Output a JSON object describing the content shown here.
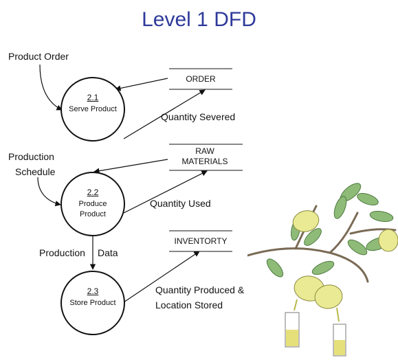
{
  "title": "Level 1 DFD",
  "processes": [
    {
      "number": "2.1",
      "name": "Serve Product"
    },
    {
      "number": "2.2",
      "name": "Produce Product"
    },
    {
      "number": "2.3",
      "name": "Store Product"
    }
  ],
  "stores": [
    {
      "name": "ORDER"
    },
    {
      "name": "RAW MATERIALS"
    },
    {
      "name": "INVENTORTY"
    }
  ],
  "flows": {
    "product_order": "Product Order",
    "quantity_severed": "Quantity Severed",
    "production_schedule_1": "Production",
    "production_schedule_2": "Schedule",
    "quantity_used": "Quantity Used",
    "production_data_1": "Production",
    "production_data_2": "Data",
    "quantity_produced_1": "Quantity Produced &",
    "quantity_produced_2": "Location Stored"
  },
  "colors": {
    "title": "#2e3a9a",
    "line": "#111111",
    "leaf": "#7fae6a",
    "lemon": "#e9ea93",
    "juice": "#e6e07a"
  }
}
